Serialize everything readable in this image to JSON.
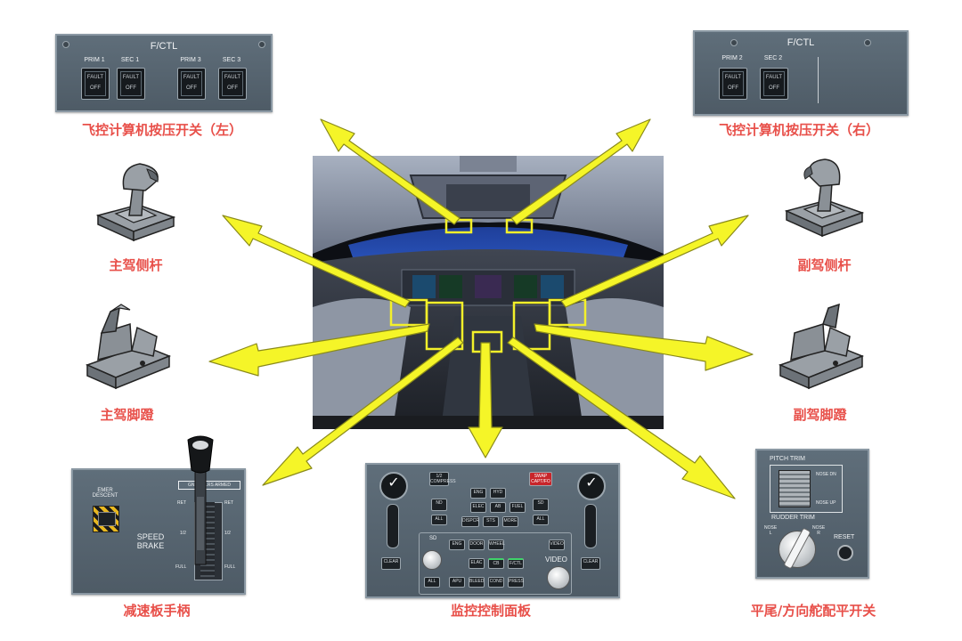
{
  "captions": {
    "fctl_left": "飞控计算机按压开关（左）",
    "fctl_right": "飞控计算机按压开关（右）",
    "captain_sidestick": "主驾侧杆",
    "fo_sidestick": "副驾侧杆",
    "captain_pedals": "主驾脚蹬",
    "fo_pedals": "副驾脚蹬",
    "speedbrake_lever": "减速板手柄",
    "monitor_panel": "监控控制面板",
    "trim_switches": "平尾/方向舵配平开关"
  },
  "fctl_left_panel": {
    "title": "F/CTL",
    "switches": [
      {
        "label": "PRIM 1",
        "line1": "FAULT",
        "line2": "OFF"
      },
      {
        "label": "SEC 1",
        "line1": "FAULT",
        "line2": "OFF"
      },
      {
        "label": "PRIM 3",
        "line1": "FAULT",
        "line2": "OFF"
      },
      {
        "label": "SEC 3",
        "line1": "FAULT",
        "line2": "OFF"
      }
    ]
  },
  "fctl_right_panel": {
    "title": "F/CTL",
    "switches": [
      {
        "label": "PRIM 2",
        "line1": "FAULT",
        "line2": "OFF"
      },
      {
        "label": "SEC 2",
        "line1": "FAULT",
        "line2": "OFF"
      }
    ]
  },
  "speedbrake_panel": {
    "emer_descent": "EMER\nDESCENT",
    "speed_brake": "SPEED\nBRAKE",
    "gnd_spoilers": "GND SPLRS ARMED",
    "ret": "RET",
    "half": "1/2",
    "full": "FULL"
  },
  "monitor_panel": {
    "top_buttons": [
      "1/2 COMPRESS",
      "SWAP CAPT/FO"
    ],
    "row_buttons": [
      "ENG",
      "HYD",
      "ELEC",
      "AB",
      "FUEL",
      "DISPCR",
      "STS",
      "MORE"
    ],
    "side_buttons": [
      "ND",
      "SD",
      "ALL",
      "ALL",
      "CLEAR",
      "CLEAR"
    ],
    "lower_buttons": [
      "ENG",
      "APU",
      "BLEED",
      "F/CTL",
      "COND",
      "DOOR",
      "ELAC",
      "CB",
      "PRESS",
      "VIDEO",
      "ALL",
      "WHEEL"
    ],
    "sd_label": "SD",
    "video_label": "VIDEO"
  },
  "trim_panel": {
    "pitch_trim": "PITCH TRIM",
    "nose_dn": "NOSE DN",
    "nose_up": "NOSE UP",
    "rudder_trim": "RUDDER TRIM",
    "nose_l": "NOSE\nL",
    "nose_r": "NOSE\nR",
    "reset": "RESET"
  },
  "colors": {
    "arrow_fill": "#f5f528",
    "arrow_stroke": "#8a8a1a",
    "caption": "#e8504a",
    "panel": "#56636e",
    "highlight": "#f3f02a"
  }
}
